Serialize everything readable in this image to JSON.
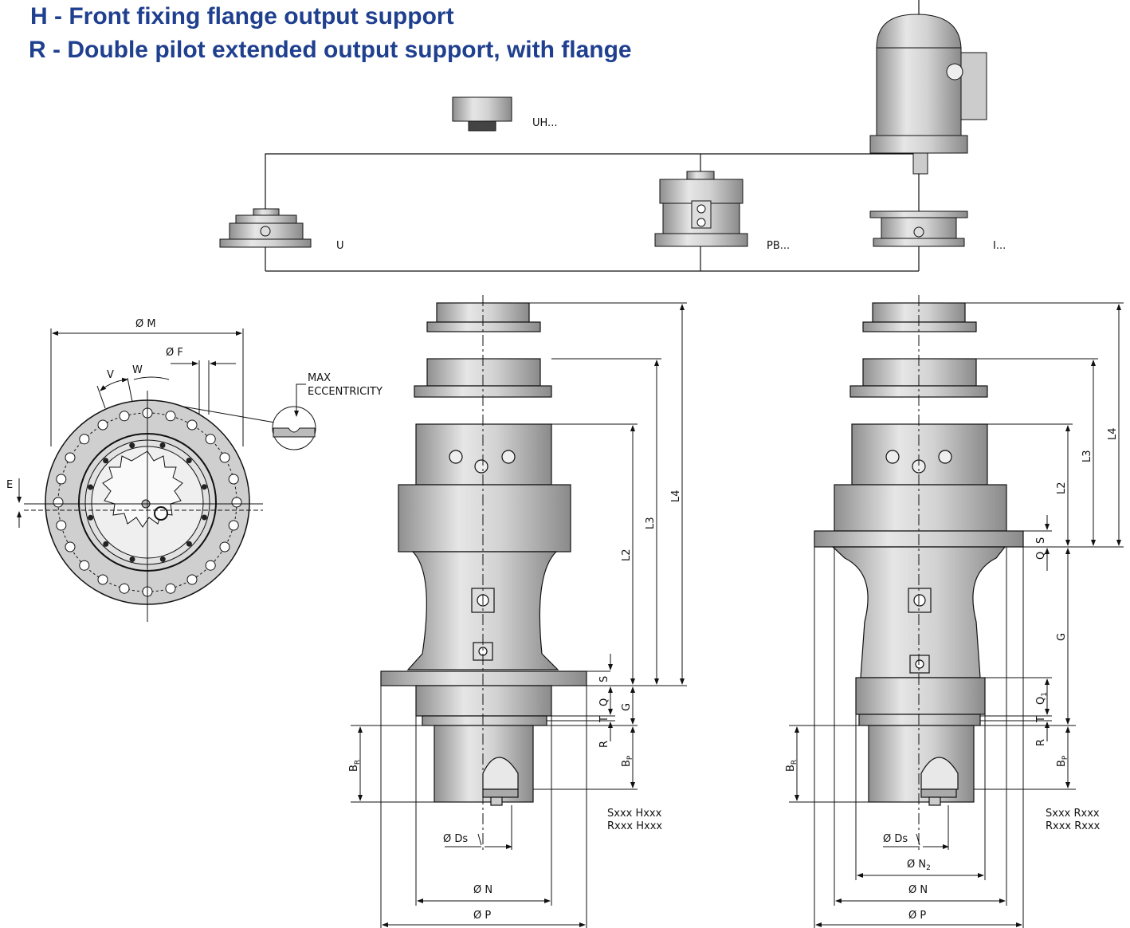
{
  "titles": {
    "line1": "H - Front fixing flange output support",
    "line2": "R - Double pilot extended output support, with flange"
  },
  "options": {
    "uh": "UH...",
    "u": "U",
    "pb": "PB...",
    "i": "I..."
  },
  "front_view": {
    "dia_m": "Ø M",
    "dia_f": "Ø F",
    "v": "V",
    "w": "W",
    "e": "E",
    "max": "MAX",
    "eccentricity": "ECCENTRICITY"
  },
  "side_h": {
    "l4": "L4",
    "l3": "L3",
    "l2": "L2",
    "s": "S",
    "q": "Q",
    "t": "T",
    "r": "R",
    "g": "G",
    "br": "B",
    "br_sub": "R",
    "bp": "B",
    "bp_sub": "P",
    "ds": "Ø Ds",
    "n": "Ø N",
    "p": "Ø P",
    "code1": "Sxxx  Hxxx",
    "code2": "Rxxx  Hxxx"
  },
  "side_r": {
    "l4": "L4",
    "l3": "L3",
    "l2": "L2",
    "s": "S",
    "q": "Q",
    "q1": "Q",
    "q1_sub": "1",
    "t": "T",
    "r": "R",
    "g": "G",
    "br": "B",
    "br_sub": "R",
    "bp": "B",
    "bp_sub": "P",
    "ds": "Ø Ds",
    "n2": "Ø N",
    "n2_sub": "2",
    "n": "Ø N",
    "p": "Ø P",
    "code1": "Sxxx  Rxxx",
    "code2": "Rxxx  Rxxx"
  },
  "colors": {
    "title": "#1f3f8f",
    "metal": "#c8c8c8",
    "metal_dark": "#9a9a9a",
    "line": "#111111"
  }
}
